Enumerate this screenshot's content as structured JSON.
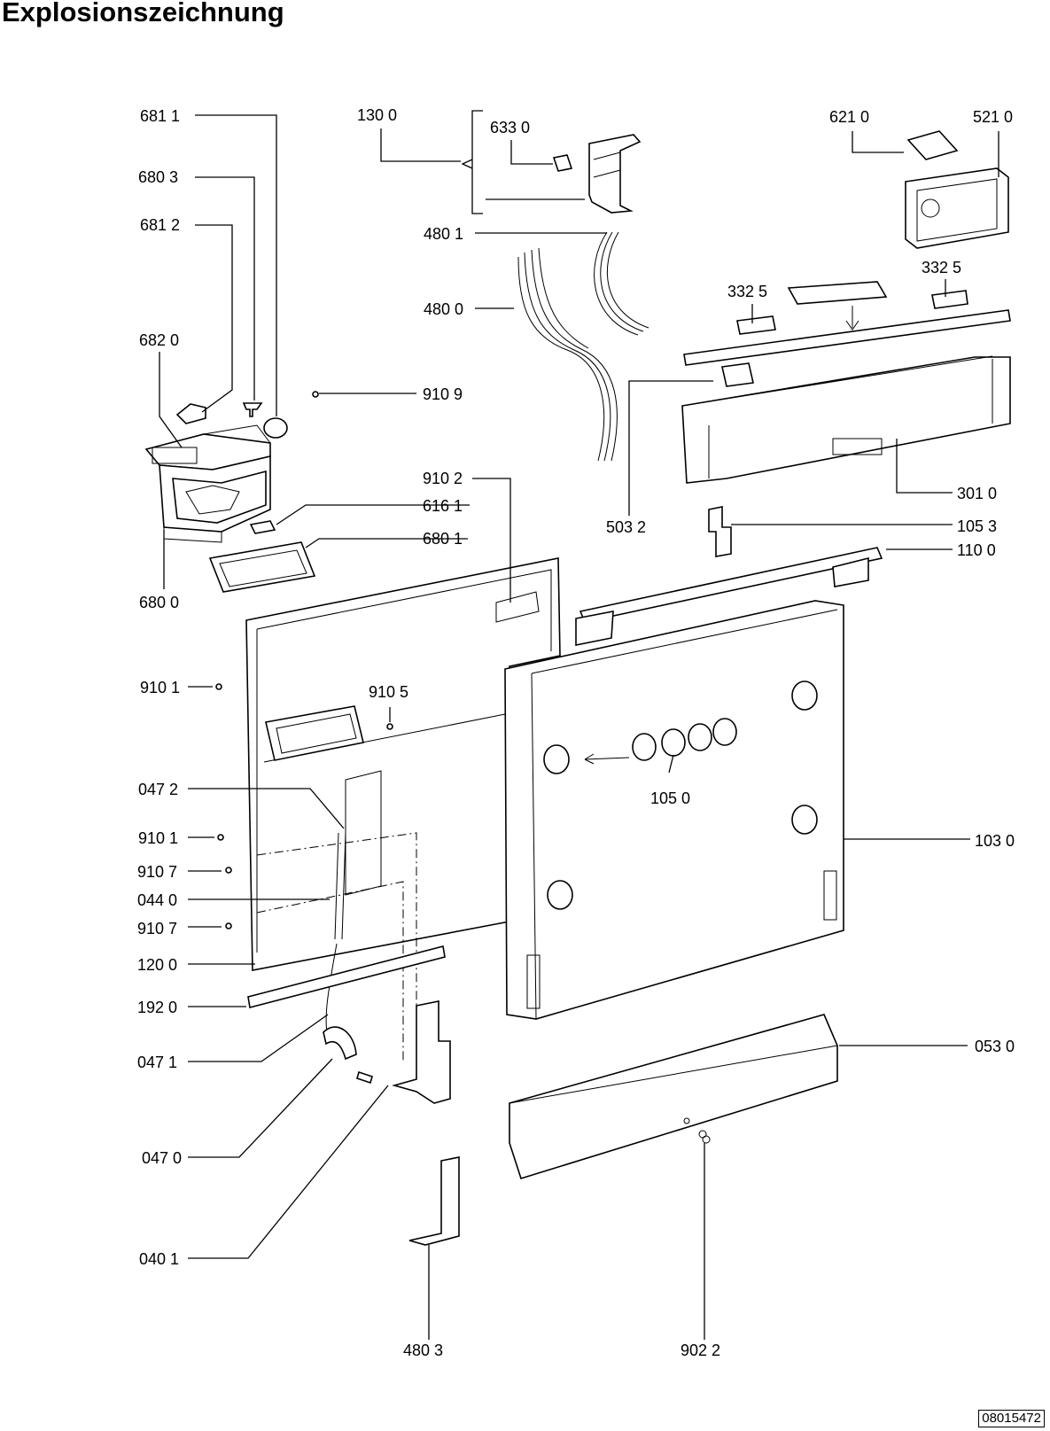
{
  "title": "Explosionszeichnung",
  "doc_number": "08015472",
  "labels": {
    "p6811": "681 1",
    "p6803": "680 3",
    "p6812": "681 2",
    "p6820": "682 0",
    "p1300": "130 0",
    "p6330": "633 0",
    "p4801": "480 1",
    "p4800": "480 0",
    "p6210": "621 0",
    "p5210": "521 0",
    "p3325a": "332  5",
    "p3325b": "332  5",
    "p9109": "910 9",
    "p9102": "910 2",
    "p6161": "616 1",
    "p6801": "680 1",
    "p6800": "680 0",
    "p5032": "503 2",
    "p3010": "301 0",
    "p1053": "105 3",
    "p1100": "110 0",
    "p9101a": "910 1",
    "p9105": "910 5",
    "p0472": "047 2",
    "p1050": "105 0",
    "p9101b": "910 1",
    "p1030": "103 0",
    "p9107a": "910 7",
    "p0440": "044 0",
    "p9107b": "910 7",
    "p1200": "120 0",
    "p1920": "192 0",
    "p0471": "047 1",
    "p0530": "053 0",
    "p0470": "047 0",
    "p0401": "040 1",
    "p4803": "480 3",
    "p9022": "902 2"
  }
}
